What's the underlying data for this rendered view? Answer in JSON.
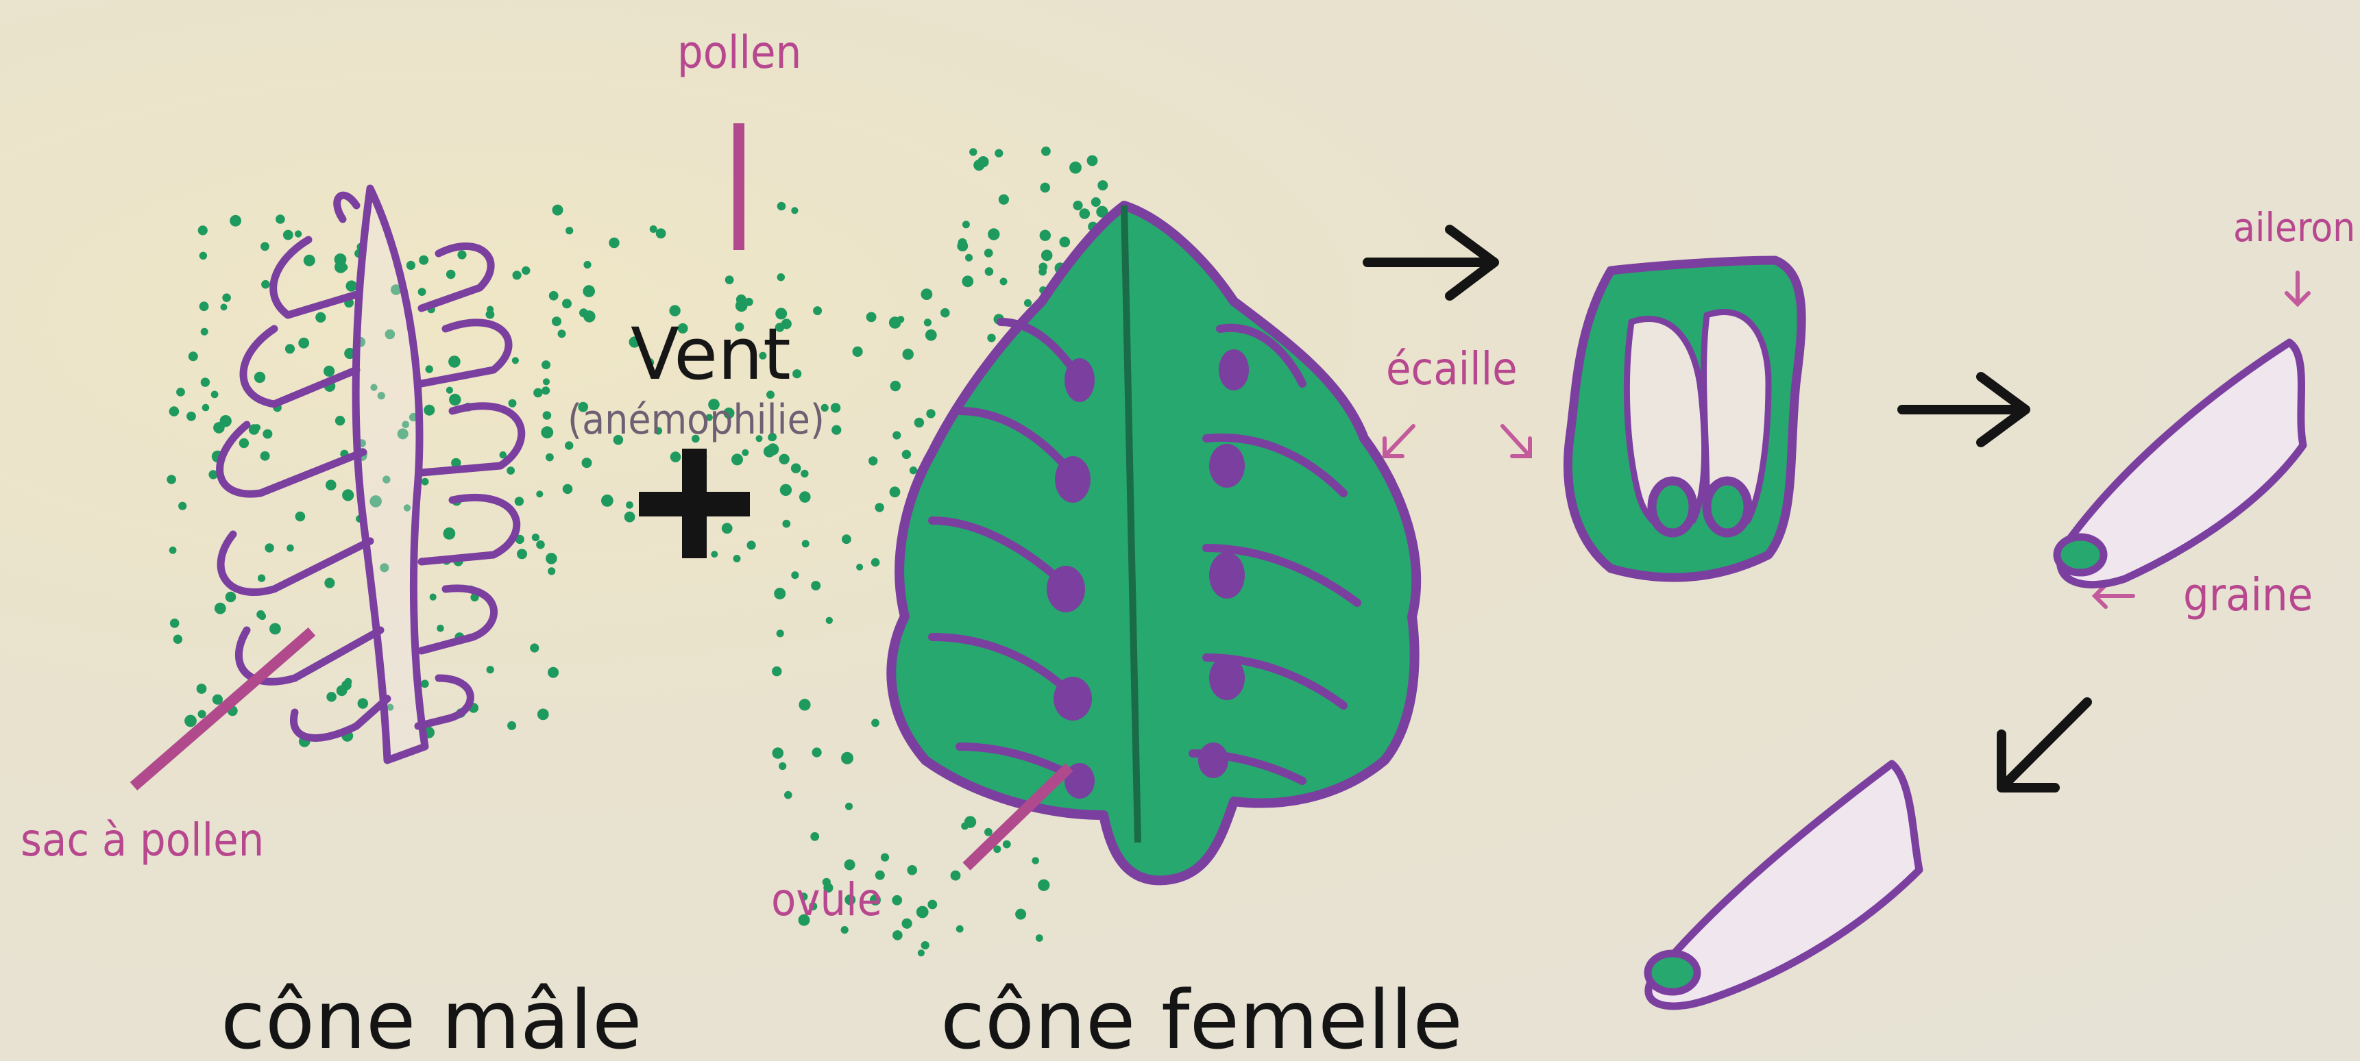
{
  "labels": {
    "pollen": "pollen",
    "vent": "Vent",
    "anemophilie": "(anémophilie)",
    "sac_pollen": "sac à pollen",
    "ovule": "ovule",
    "ecaille": "écaille",
    "aileron": "aileron",
    "graine": "graine",
    "cone_male": "cône mâle",
    "cone_femelle": "cône femelle"
  },
  "colors": {
    "purple_outline": "#7b3fa0",
    "green_fill": "#27a86e",
    "pink_label": "#b7478f",
    "ink": "#141414",
    "paper": "#e9e3d0"
  }
}
